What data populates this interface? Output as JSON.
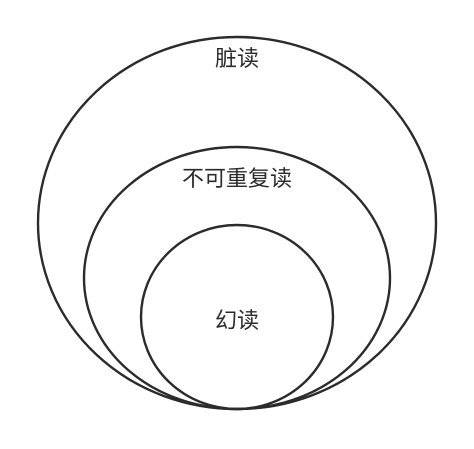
{
  "diagram": {
    "stroke_color": "#2b2b2b",
    "background": "#ffffff",
    "sets": [
      {
        "label": "脏读"
      },
      {
        "label": "不可重复读"
      },
      {
        "label": "幻读"
      }
    ]
  }
}
